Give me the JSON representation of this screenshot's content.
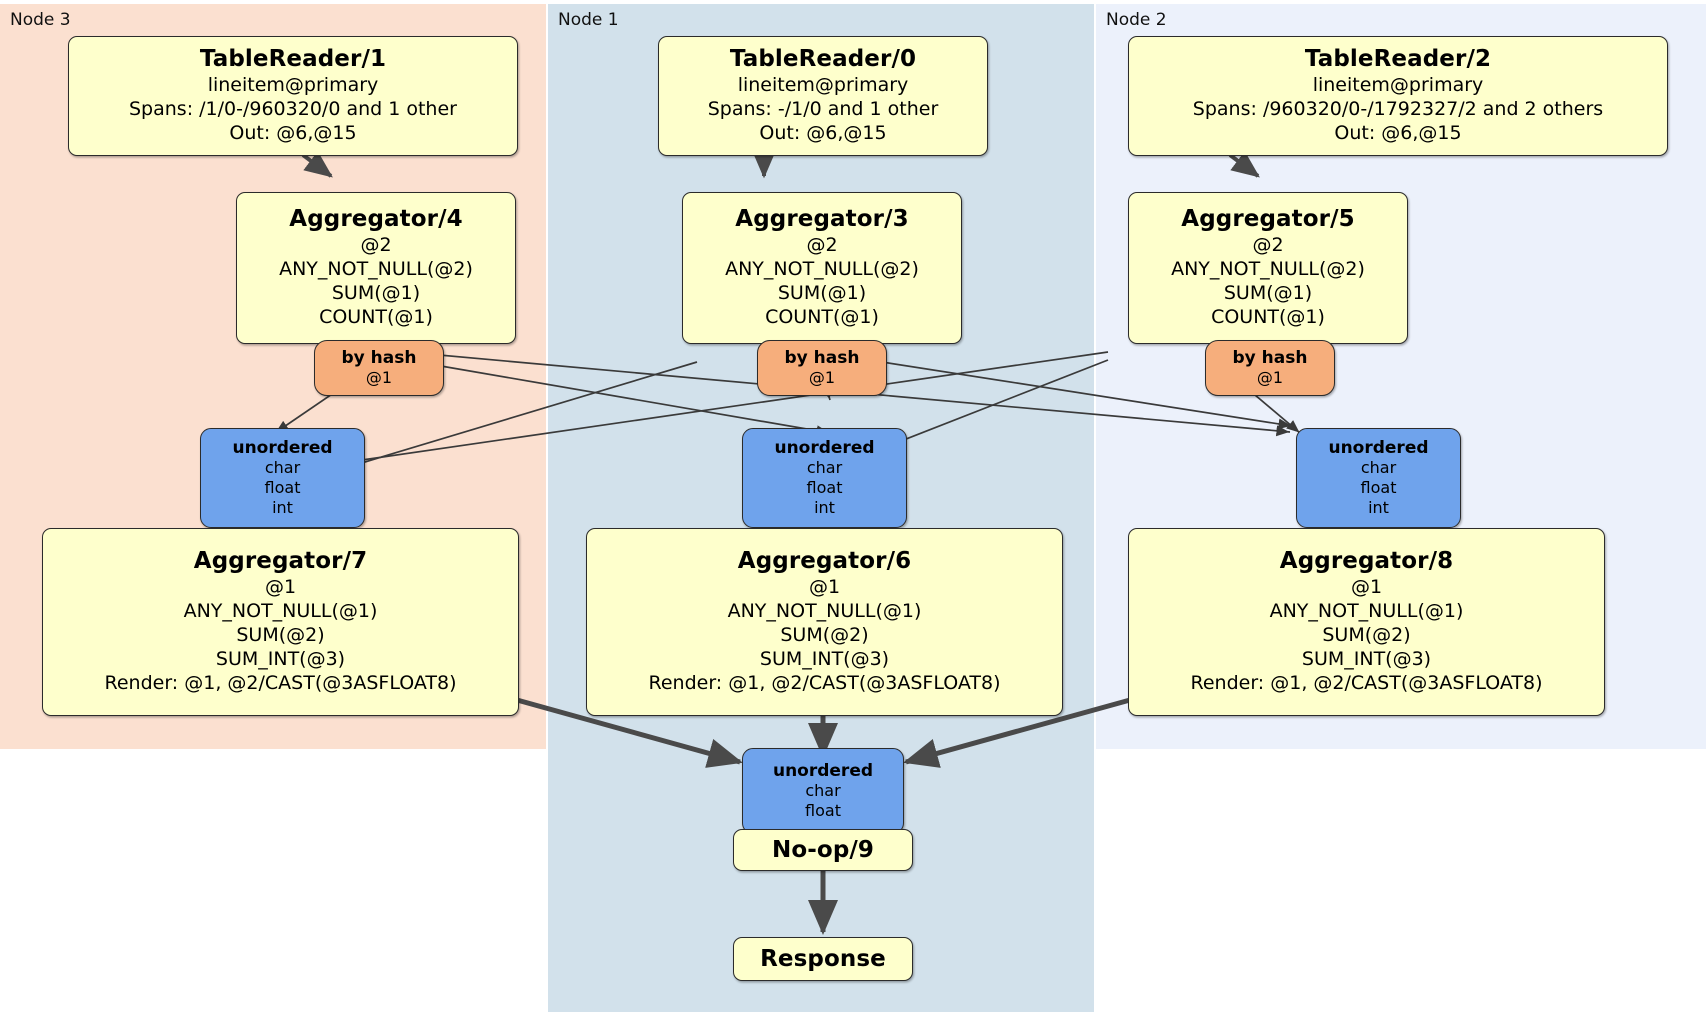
{
  "diagram": {
    "type": "distributed-query-plan",
    "title": "DistSQL plan",
    "colors": {
      "node3_panel": "#fbe0d0",
      "node1_panel": "#d2e1eb",
      "node2_panel": "#ecf1fb",
      "processor_box": "#feffcc",
      "router_box": "#f6ae7c",
      "stream_box": "#6fa3ec",
      "edge": "#4a4a4a",
      "border": "#2b2b2b"
    }
  },
  "clusters": [
    {
      "id": "node3",
      "label": "Node 3"
    },
    {
      "id": "node1",
      "label": "Node 1"
    },
    {
      "id": "node2",
      "label": "Node 2"
    }
  ],
  "nodes": {
    "tablereader_1": {
      "title": "TableReader/1",
      "lines": [
        "lineitem@primary",
        "Spans: /1/0-/960320/0 and 1 other",
        "Out: @6,@15"
      ]
    },
    "tablereader_0": {
      "title": "TableReader/0",
      "lines": [
        "lineitem@primary",
        "Spans: -/1/0 and 1 other",
        "Out: @6,@15"
      ]
    },
    "tablereader_2": {
      "title": "TableReader/2",
      "lines": [
        "lineitem@primary",
        "Spans: /960320/0-/1792327/2 and 2 others",
        "Out: @6,@15"
      ]
    },
    "aggregator_4": {
      "title": "Aggregator/4",
      "lines": [
        "@2",
        "ANY_NOT_NULL(@2)",
        "SUM(@1)",
        "COUNT(@1)"
      ]
    },
    "aggregator_3": {
      "title": "Aggregator/3",
      "lines": [
        "@2",
        "ANY_NOT_NULL(@2)",
        "SUM(@1)",
        "COUNT(@1)"
      ]
    },
    "aggregator_5": {
      "title": "Aggregator/5",
      "lines": [
        "@2",
        "ANY_NOT_NULL(@2)",
        "SUM(@1)",
        "COUNT(@1)"
      ]
    },
    "byhash_4": {
      "title": "by hash",
      "lines": [
        "@1"
      ]
    },
    "byhash_3": {
      "title": "by hash",
      "lines": [
        "@1"
      ]
    },
    "byhash_5": {
      "title": "by hash",
      "lines": [
        "@1"
      ]
    },
    "unordered_7": {
      "title": "unordered",
      "lines": [
        "char",
        "float",
        "int"
      ]
    },
    "unordered_6": {
      "title": "unordered",
      "lines": [
        "char",
        "float",
        "int"
      ]
    },
    "unordered_8": {
      "title": "unordered",
      "lines": [
        "char",
        "float",
        "int"
      ]
    },
    "aggregator_7": {
      "title": "Aggregator/7",
      "lines": [
        "@1",
        "ANY_NOT_NULL(@1)",
        "SUM(@2)",
        "SUM_INT(@3)",
        "Render: @1, @2/CAST(@3ASFLOAT8)"
      ]
    },
    "aggregator_6": {
      "title": "Aggregator/6",
      "lines": [
        "@1",
        "ANY_NOT_NULL(@1)",
        "SUM(@2)",
        "SUM_INT(@3)",
        "Render: @1, @2/CAST(@3ASFLOAT8)"
      ]
    },
    "aggregator_8": {
      "title": "Aggregator/8",
      "lines": [
        "@1",
        "ANY_NOT_NULL(@1)",
        "SUM(@2)",
        "SUM_INT(@3)",
        "Render: @1, @2/CAST(@3ASFLOAT8)"
      ]
    },
    "unordered_final": {
      "title": "unordered",
      "lines": [
        "char",
        "float"
      ]
    },
    "noop_9": {
      "title": "No-op/9"
    },
    "response": {
      "title": "Response"
    }
  }
}
